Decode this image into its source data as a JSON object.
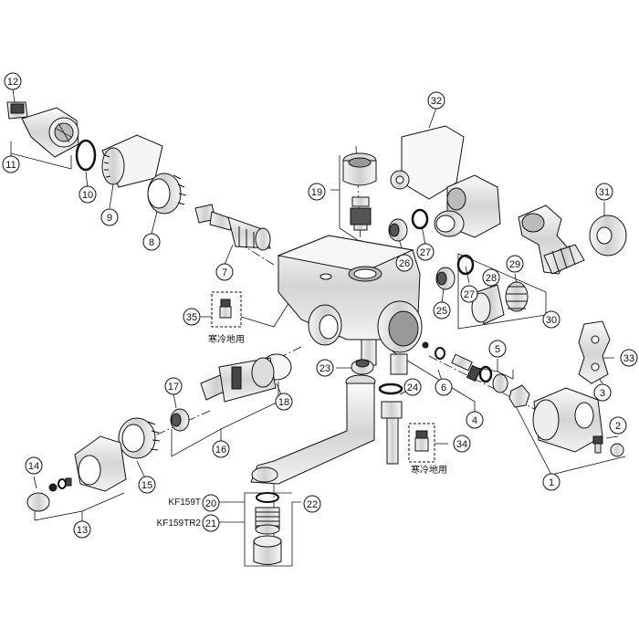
{
  "diagram": {
    "callouts": [
      {
        "id": "c1",
        "label": "1"
      },
      {
        "id": "c2",
        "label": "2"
      },
      {
        "id": "c3",
        "label": "3"
      },
      {
        "id": "c4",
        "label": "4"
      },
      {
        "id": "c5",
        "label": "5"
      },
      {
        "id": "c6",
        "label": "6"
      },
      {
        "id": "c7",
        "label": "7"
      },
      {
        "id": "c8",
        "label": "8"
      },
      {
        "id": "c9",
        "label": "9"
      },
      {
        "id": "c10",
        "label": "10"
      },
      {
        "id": "c11",
        "label": "11"
      },
      {
        "id": "c12",
        "label": "12"
      },
      {
        "id": "c13",
        "label": "13"
      },
      {
        "id": "c14",
        "label": "14"
      },
      {
        "id": "c15",
        "label": "15"
      },
      {
        "id": "c16",
        "label": "16"
      },
      {
        "id": "c17",
        "label": "17"
      },
      {
        "id": "c18",
        "label": "18"
      },
      {
        "id": "c19",
        "label": "19"
      },
      {
        "id": "c20",
        "label": "20"
      },
      {
        "id": "c21",
        "label": "21"
      },
      {
        "id": "c22",
        "label": "22"
      },
      {
        "id": "c23",
        "label": "23"
      },
      {
        "id": "c24",
        "label": "24"
      },
      {
        "id": "c25",
        "label": "25"
      },
      {
        "id": "c26",
        "label": "26"
      },
      {
        "id": "c27a",
        "label": "27"
      },
      {
        "id": "c27b",
        "label": "27"
      },
      {
        "id": "c28",
        "label": "28"
      },
      {
        "id": "c29",
        "label": "29"
      },
      {
        "id": "c30",
        "label": "30"
      },
      {
        "id": "c31",
        "label": "31"
      },
      {
        "id": "c32",
        "label": "32"
      },
      {
        "id": "c33",
        "label": "33"
      },
      {
        "id": "c34",
        "label": "34"
      },
      {
        "id": "c35",
        "label": "35"
      }
    ],
    "notes": {
      "cold_region_left": "寒冷地用",
      "cold_region_bottom": "寒冷地用",
      "model_kf159t": "KF159T",
      "model_kf159tr2": "KF159TR2"
    }
  }
}
